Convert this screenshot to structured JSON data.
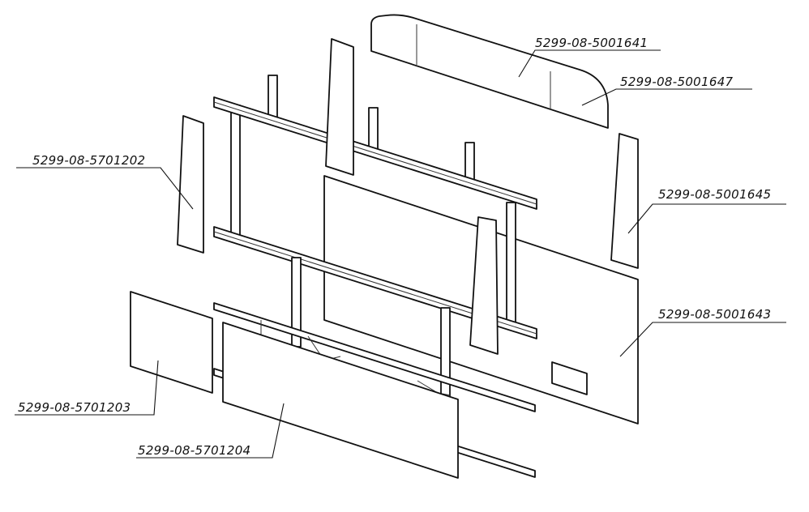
{
  "callouts": [
    {
      "id": "top-curved-panel",
      "part_number": "5299-08-5001641"
    },
    {
      "id": "top-curved-panel-end",
      "part_number": "5299-08-5001647"
    },
    {
      "id": "left-strip",
      "part_number": "5299-08-5701202"
    },
    {
      "id": "right-strip",
      "part_number": "5299-08-5001645"
    },
    {
      "id": "large-side-panel",
      "part_number": "5299-08-5001643"
    },
    {
      "id": "small-lower-panel",
      "part_number": "5299-08-5701203"
    },
    {
      "id": "long-lower-panel",
      "part_number": "5299-08-5701204"
    }
  ],
  "colors": {
    "line": "#111111",
    "background": "#ffffff"
  }
}
